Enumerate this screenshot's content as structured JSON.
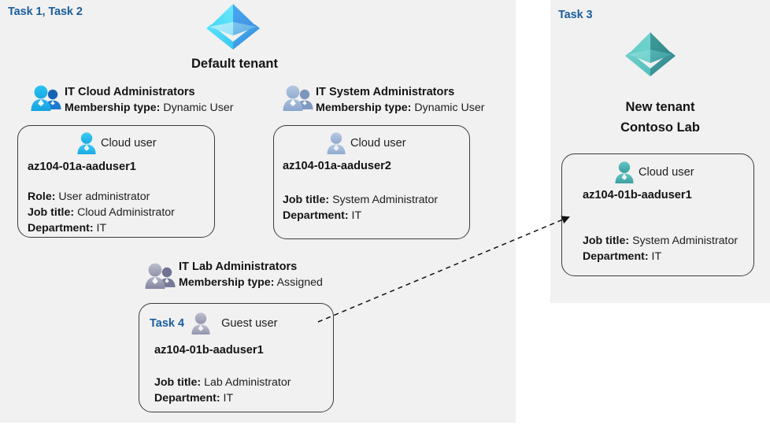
{
  "panels": {
    "left": {
      "task_label": "Task 1, Task 2"
    },
    "right": {
      "task_label": "Task 3"
    }
  },
  "tenants": [
    {
      "name": "default-tenant",
      "icon": "azure-ad-tenant-icon",
      "caption": "Default tenant",
      "color": "#35c1f1"
    },
    {
      "name": "new-tenant",
      "icon": "azure-ad-tenant-icon",
      "caption_line1": "New  tenant",
      "caption_line2": "Contoso Lab",
      "color": "#49b3ae"
    }
  ],
  "groups": [
    {
      "name": "it-cloud-administrators",
      "icon": "group-users-icon",
      "title": "IT Cloud Administrators",
      "membership_label": "Membership type:",
      "membership_value": "Dynamic User",
      "accent": "#27aae1"
    },
    {
      "name": "it-system-administrators",
      "icon": "group-users-icon",
      "title": "IT System Administrators",
      "membership_label": "Membership type:",
      "membership_value": "Dynamic User",
      "accent": "#8fa9cf"
    },
    {
      "name": "it-lab-administrators",
      "icon": "group-users-icon",
      "title": "IT Lab Administrators",
      "membership_label": "Membership type:",
      "membership_value": "Assigned",
      "accent": "#8a8ca6"
    }
  ],
  "cards": [
    {
      "name": "card-aaduser1-cloud",
      "user_type": "Cloud user",
      "user_icon": "cloud-user-icon",
      "username": "az104-01a-aaduser1",
      "attrs": [
        {
          "label": "Role:",
          "value": "User administrator"
        },
        {
          "label": "Job title:",
          "value": "Cloud Administrator"
        },
        {
          "label": "Department:",
          "value": "IT"
        }
      ]
    },
    {
      "name": "card-aaduser2-cloud",
      "user_type": "Cloud user",
      "user_icon": "cloud-user-icon",
      "username": "az104-01a-aaduser2",
      "attrs": [
        {
          "label": "Job title:",
          "value": "System Administrator"
        },
        {
          "label": "Department:",
          "value": "IT"
        }
      ]
    },
    {
      "name": "card-aaduser1b-guest",
      "task_inline": "Task 4",
      "user_type": "Guest user",
      "user_icon": "guest-user-icon",
      "username": "az104-01b-aaduser1",
      "attrs": [
        {
          "label": "Job title:",
          "value": "Lab Administrator"
        },
        {
          "label": "Department:",
          "value": "IT"
        }
      ]
    },
    {
      "name": "card-aaduser1b-cloud",
      "user_type": "Cloud user",
      "user_icon": "cloud-user-icon",
      "username": "az104-01b-aaduser1",
      "attrs": [
        {
          "label": "Job title:",
          "value": "System Administrator"
        },
        {
          "label": "Department:",
          "value": "IT"
        }
      ]
    }
  ],
  "connector": {
    "name": "guest-to-cloud-arrow",
    "style": "dashed-arrow"
  }
}
